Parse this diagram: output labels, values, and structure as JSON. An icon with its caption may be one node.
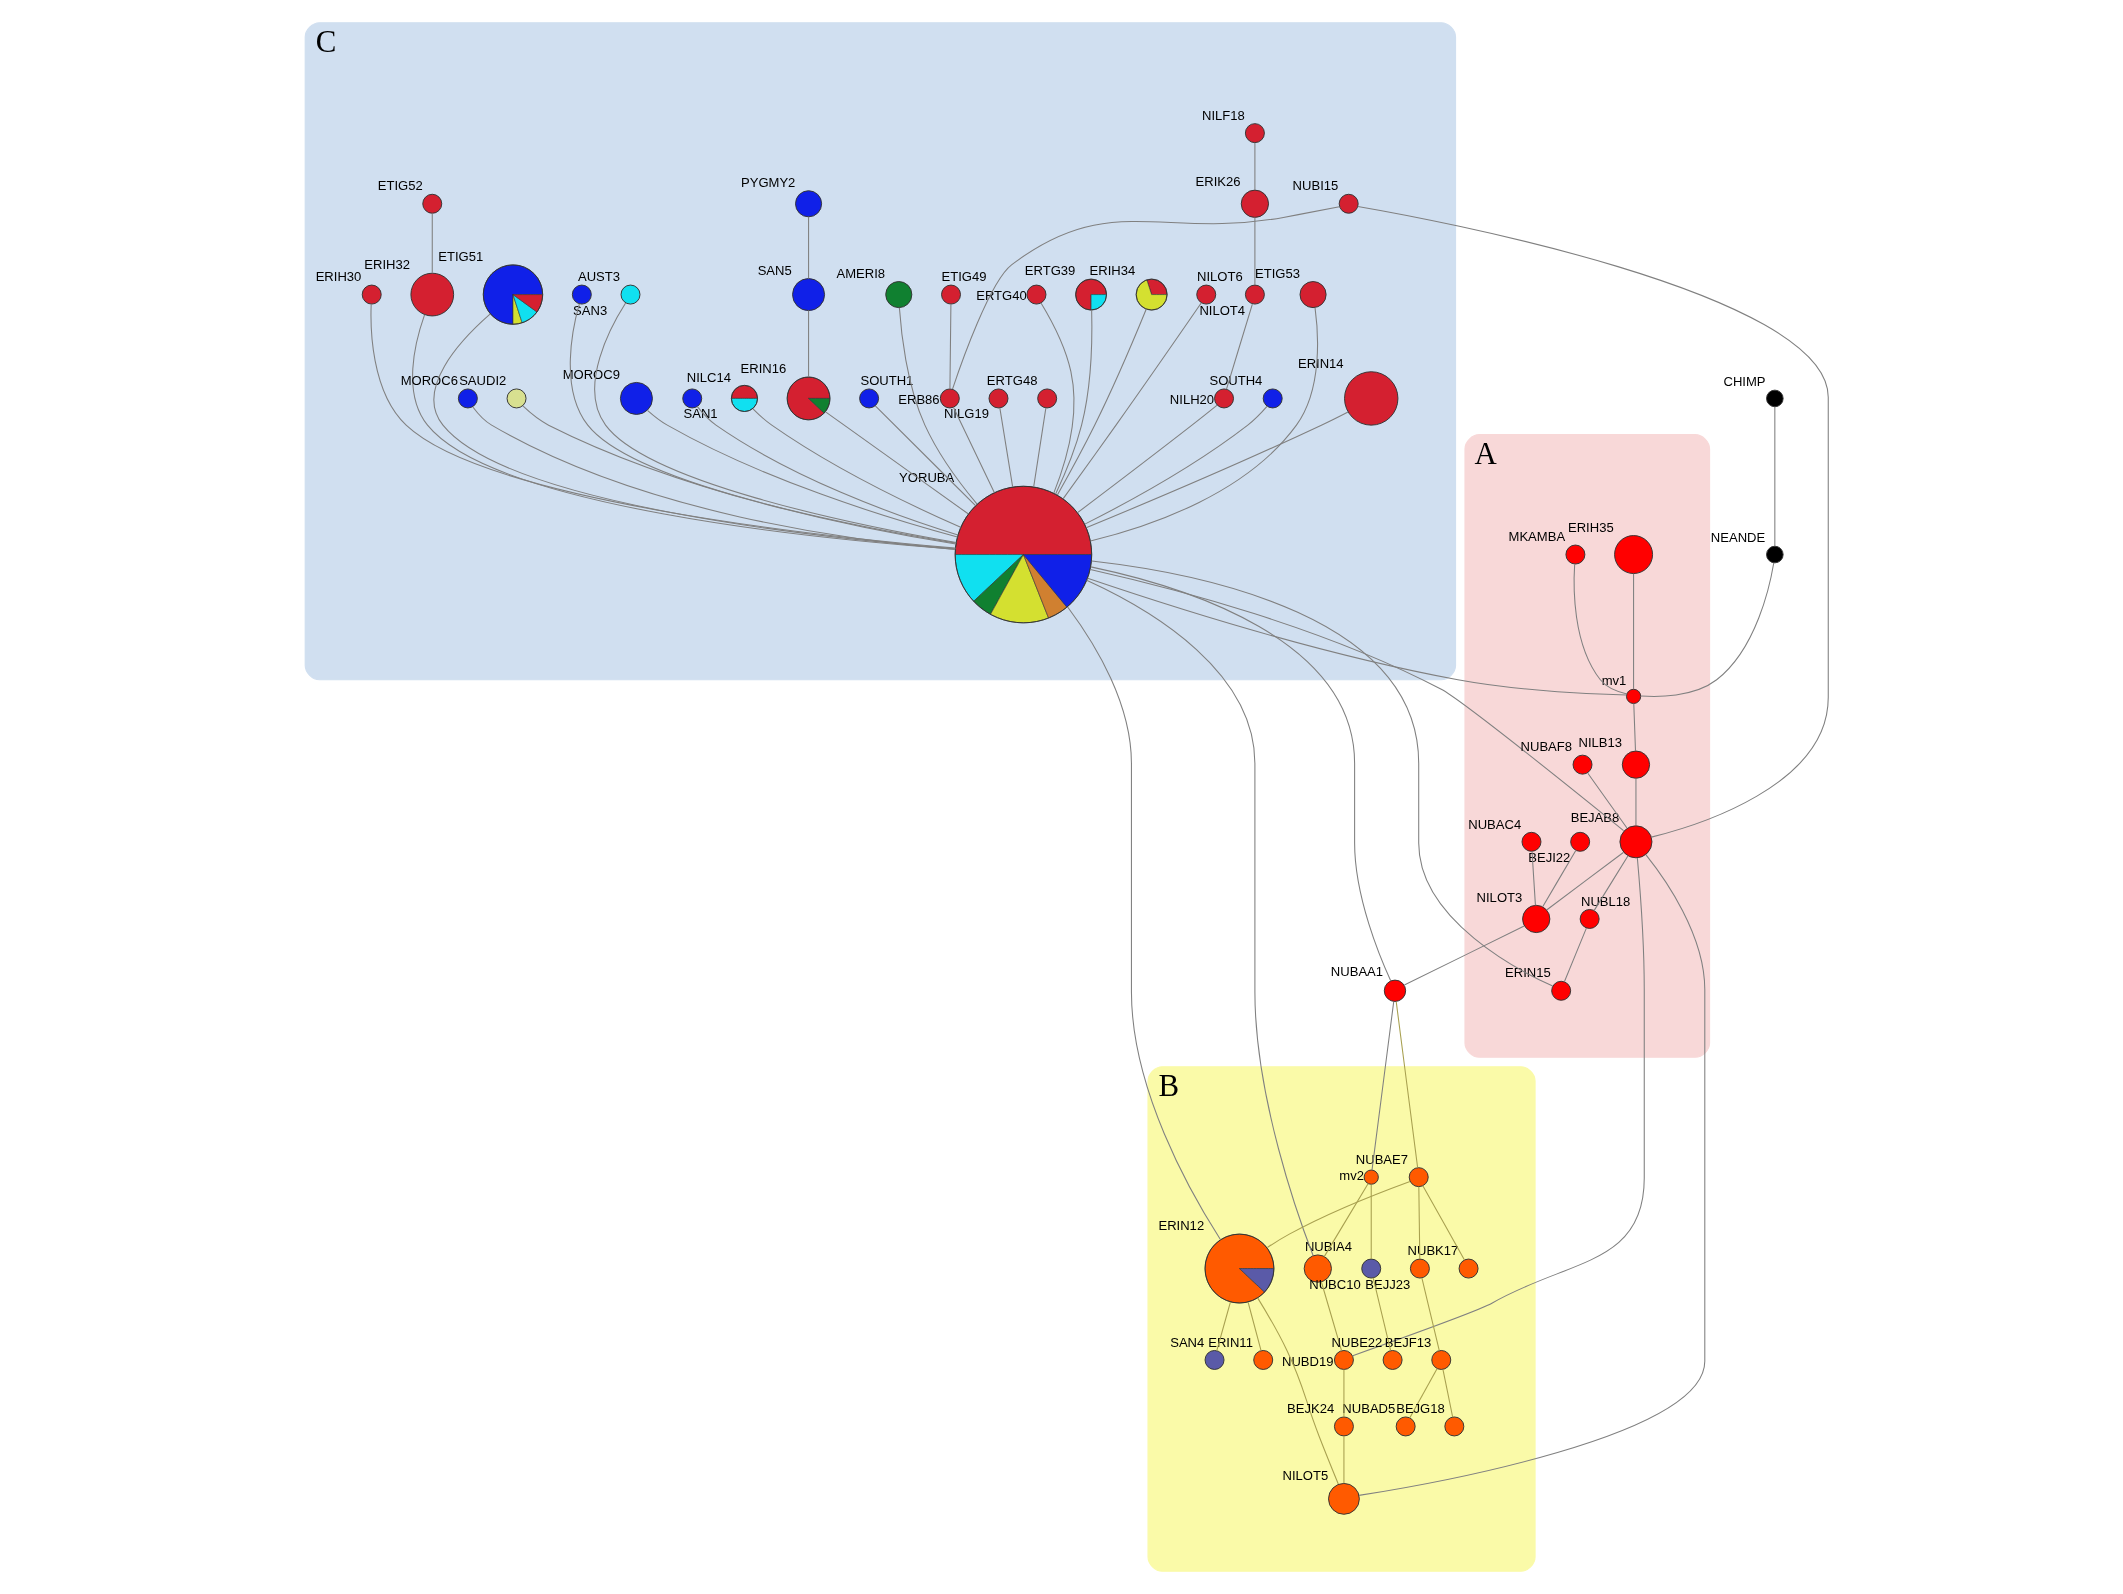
{
  "diagram": {
    "nodes": [
      {
        "text": [
          "C"
        ]
      },
      {
        "text": [
          "NILOT6"
        ],
        "in": 0
      },
      {
        "text": [
          "PYGMY2"
        ],
        "in": 0
      },
      {
        "text": [
          "ETIG52"
        ],
        "in": 0
      },
      {
        "text": [
          "ERIH34"
        ],
        "in": 0
      },
      {
        "text": [
          "ERTG48"
        ],
        "in": 0
      },
      {
        "text": [
          "NILG19"
        ],
        "in": 0
      },
      {
        "text": [
          "ERTG39"
        ],
        "in": 0
      },
      {
        "text": [
          "ERTG40"
        ],
        "in": 0
      },
      {
        "text": [
          "SOUTH1"
        ],
        "in": 0
      },
      {
        "text": [
          "AMERI8"
        ],
        "in": 0
      },
      {
        "text": [
          "ERIH32"
        ],
        "in": 0
      },
      {
        "text": [
          "NILC14"
        ],
        "in": 0
      },
      {
        "text": [
          "SAN1"
        ],
        "in": 0
      },
      {
        "text": [
          "MOROC9"
        ],
        "in": 0
      },
      {
        "text": [
          "AUST3"
        ],
        "in": 0
      },
      {
        "text": [
          "SAN5"
        ],
        "in": 0
      },
      {
        "text": [
          "SAN3"
        ],
        "in": 0
      },
      {
        "text": [
          "SAUDI2"
        ],
        "in": 0
      },
      {
        "text": [
          "MOROC6"
        ],
        "in": 0
      },
      {
        "text": [
          "ETIG49"
        ],
        "in": 0
      },
      {
        "text": [
          "ETIG51"
        ],
        "in": 0
      },
      {
        "text": [
          "NUBI15"
        ],
        "in": 0
      },
      {
        "text": [
          "ERIN16"
        ],
        "in": 0
      },
      {
        "text": [
          "ERIH30"
        ],
        "in": 0
      },
      {
        "text": [
          "ERIN14"
        ],
        "in": 0
      },
      {
        "text": [
          "ERB86"
        ],
        "in": 0
      },
      {
        "text": [
          "ETIG53"
        ],
        "in": 0
      },
      {
        "text": [
          "SOUTH4"
        ],
        "in": 0
      },
      {
        "text": [
          "NILF18"
        ],
        "in": 0
      },
      {
        "text": [
          "ERIK26"
        ],
        "in": 0
      },
      {
        "text": [
          "NILOT4"
        ],
        "in": 0
      },
      {
        "text": [
          "NILH20"
        ],
        "in": 0
      },
      {
        "text": [
          "YORUBA"
        ],
        "in": 0
      },
      {
        "text": [
          "A"
        ]
      },
      {
        "text": [
          "ERIH35"
        ],
        "in": 34
      },
      {
        "text": [
          "mv1"
        ],
        "in": 34
      },
      {
        "text": [
          "MKAMBA"
        ],
        "in": 34
      },
      {
        "text": [
          "NILB13"
        ],
        "in": 34
      },
      {
        "text": [
          "BEJAB8"
        ],
        "in": 34
      },
      {
        "text": [
          "NUBAF8"
        ],
        "in": 34
      },
      {
        "text": [
          "BEJI22"
        ],
        "in": 34
      },
      {
        "text": [
          "NILOT3"
        ],
        "in": 34
      },
      {
        "text": [
          "NUBAC4"
        ],
        "in": 34
      },
      {
        "text": [
          "ERIN15"
        ],
        "in": 34
      },
      {
        "text": [
          "NUBL18"
        ],
        "in": 34
      },
      {
        "text": [
          "B"
        ]
      },
      {
        "text": [
          "NUBK17"
        ],
        "in": 46
      },
      {
        "text": [
          "NUBAE7"
        ],
        "in": 46
      },
      {
        "text": [
          "NUBAD5"
        ],
        "in": 46
      },
      {
        "text": [
          "BEJJ23"
        ],
        "in": 46
      },
      {
        "text": [
          "mv2"
        ],
        "in": 46
      },
      {
        "text": [
          "ERIN12"
        ],
        "in": 46
      },
      {
        "text": [
          "BEJF13"
        ],
        "in": 46
      },
      {
        "text": [
          "NUBIA4"
        ],
        "in": 46
      },
      {
        "text": [
          "NUBC10"
        ],
        "in": 46
      },
      {
        "text": [
          "BEJG18"
        ],
        "in": 46
      },
      {
        "text": [
          "NUBE22"
        ],
        "in": 46
      },
      {
        "text": [
          "ERIN11"
        ],
        "in": 46
      },
      {
        "text": [
          "NUBD19"
        ],
        "in": 46
      },
      {
        "text": [
          "NILOT5"
        ],
        "in": 46
      },
      {
        "text": [
          "SAN4"
        ],
        "in": 46
      },
      {
        "text": [
          "BEJK24"
        ],
        "in": 46
      },
      {
        "text": [
          "CHIMP"
        ]
      },
      {
        "text": [
          "NEANDE"
        ]
      },
      {
        "text": [
          "NUBAA1"
        ]
      }
    ],
    "edges": [
      {
        "from": 20,
        "to": 26,
        "arrow": "none"
      },
      {
        "from": 22,
        "to": 26,
        "arrow": "none"
      },
      {
        "from": 26,
        "to": 33,
        "arrow": "none"
      },
      {
        "from": 21,
        "to": 33,
        "arrow": "none"
      },
      {
        "from": 19,
        "to": 33,
        "arrow": "none"
      },
      {
        "from": 15,
        "to": 33,
        "arrow": "none"
      },
      {
        "from": 12,
        "to": 33,
        "arrow": "none"
      },
      {
        "from": 10,
        "to": 33,
        "arrow": "none"
      },
      {
        "from": 9,
        "to": 33,
        "arrow": "none"
      },
      {
        "from": 4,
        "to": 33,
        "arrow": "none"
      },
      {
        "from": 2,
        "to": 16,
        "arrow": "none"
      },
      {
        "from": 16,
        "to": 23,
        "arrow": "none"
      },
      {
        "from": 23,
        "to": 33,
        "arrow": "none"
      },
      {
        "from": 1,
        "to": 33,
        "arrow": "none"
      },
      {
        "from": 5,
        "to": 33,
        "arrow": "none"
      },
      {
        "from": 3,
        "to": 11,
        "arrow": "none"
      },
      {
        "from": 11,
        "to": 33,
        "arrow": "none"
      },
      {
        "from": 14,
        "to": 33,
        "arrow": "none"
      },
      {
        "from": 7,
        "to": 33,
        "arrow": "none"
      },
      {
        "from": 6,
        "to": 33,
        "arrow": "none"
      },
      {
        "from": 8,
        "to": 33,
        "arrow": "none"
      },
      {
        "from": 13,
        "to": 33,
        "arrow": "none"
      },
      {
        "from": 17,
        "to": 33,
        "arrow": "none"
      },
      {
        "from": 18,
        "to": 33,
        "arrow": "none"
      },
      {
        "from": 24,
        "to": 33,
        "arrow": "none"
      },
      {
        "from": 25,
        "to": 33,
        "arrow": "none"
      },
      {
        "from": 27,
        "to": 33,
        "arrow": "none"
      },
      {
        "from": 28,
        "to": 33,
        "arrow": "none"
      },
      {
        "from": 29,
        "to": 30,
        "arrow": "none"
      },
      {
        "from": 30,
        "to": 31,
        "arrow": "none"
      },
      {
        "from": 31,
        "to": 32,
        "arrow": "none"
      },
      {
        "from": 32,
        "to": 33,
        "arrow": "none"
      },
      {
        "from": 22,
        "to": 39,
        "arrow": "none"
      },
      {
        "from": 33,
        "to": 39,
        "arrow": "none"
      },
      {
        "from": 33,
        "to": 36,
        "arrow": "none"
      },
      {
        "from": 33,
        "to": 44,
        "arrow": "none"
      },
      {
        "from": 33,
        "to": 65,
        "arrow": "none"
      },
      {
        "from": 33,
        "to": 54,
        "arrow": "none"
      },
      {
        "from": 33,
        "to": 52,
        "arrow": "none"
      },
      {
        "from": 63,
        "to": 64,
        "arrow": "none"
      },
      {
        "from": 64,
        "to": 36,
        "arrow": "none"
      },
      {
        "from": 35,
        "to": 36,
        "arrow": "none"
      },
      {
        "from": 37,
        "to": 36,
        "arrow": "none"
      },
      {
        "from": 36,
        "to": 38,
        "arrow": "none"
      },
      {
        "from": 38,
        "to": 39,
        "arrow": "none"
      },
      {
        "from": 40,
        "to": 39,
        "arrow": "none"
      },
      {
        "from": 39,
        "to": 42,
        "arrow": "none"
      },
      {
        "from": 41,
        "to": 42,
        "arrow": "none"
      },
      {
        "from": 43,
        "to": 42,
        "arrow": "none"
      },
      {
        "from": 39,
        "to": 45,
        "arrow": "none"
      },
      {
        "from": 45,
        "to": 44,
        "arrow": "none"
      },
      {
        "from": 42,
        "to": 65,
        "arrow": "none"
      },
      {
        "from": 65,
        "to": 48,
        "arrow": "none",
        "color": "#a8a050"
      },
      {
        "from": 48,
        "to": 47,
        "arrow": "none",
        "color": "#a8a050"
      },
      {
        "from": 65,
        "to": 51,
        "arrow": "none"
      },
      {
        "from": 51,
        "to": 54,
        "arrow": "none",
        "color": "#a8a050"
      },
      {
        "from": 51,
        "to": 55,
        "arrow": "none",
        "color": "#a8a050"
      },
      {
        "from": 55,
        "to": 57,
        "arrow": "none",
        "color": "#a8a050"
      },
      {
        "from": 54,
        "to": 59,
        "arrow": "none",
        "color": "#a8a050"
      },
      {
        "from": 59,
        "to": 62,
        "arrow": "none",
        "color": "#a8a050"
      },
      {
        "from": 62,
        "to": 60,
        "arrow": "none",
        "color": "#a8a050"
      },
      {
        "from": 39,
        "to": 59,
        "arrow": "none"
      },
      {
        "from": 39,
        "to": 60,
        "arrow": "none"
      },
      {
        "from": 48,
        "to": 52,
        "arrow": "none",
        "color": "#a8a050"
      },
      {
        "from": 48,
        "to": 50,
        "arrow": "none",
        "color": "#a8a050"
      },
      {
        "from": 50,
        "to": 53,
        "arrow": "none",
        "color": "#a8a050"
      },
      {
        "from": 53,
        "to": 49,
        "arrow": "none",
        "color": "#a8a050"
      },
      {
        "from": 53,
        "to": 56,
        "arrow": "none",
        "color": "#a8a050"
      },
      {
        "from": 52,
        "to": 60,
        "arrow": "none",
        "color": "#a8a050"
      },
      {
        "from": 52,
        "to": 61,
        "arrow": "none",
        "color": "#a8a050"
      },
      {
        "from": 52,
        "to": 58,
        "arrow": "none",
        "color": "#a8a050"
      }
    ]
  }
}
